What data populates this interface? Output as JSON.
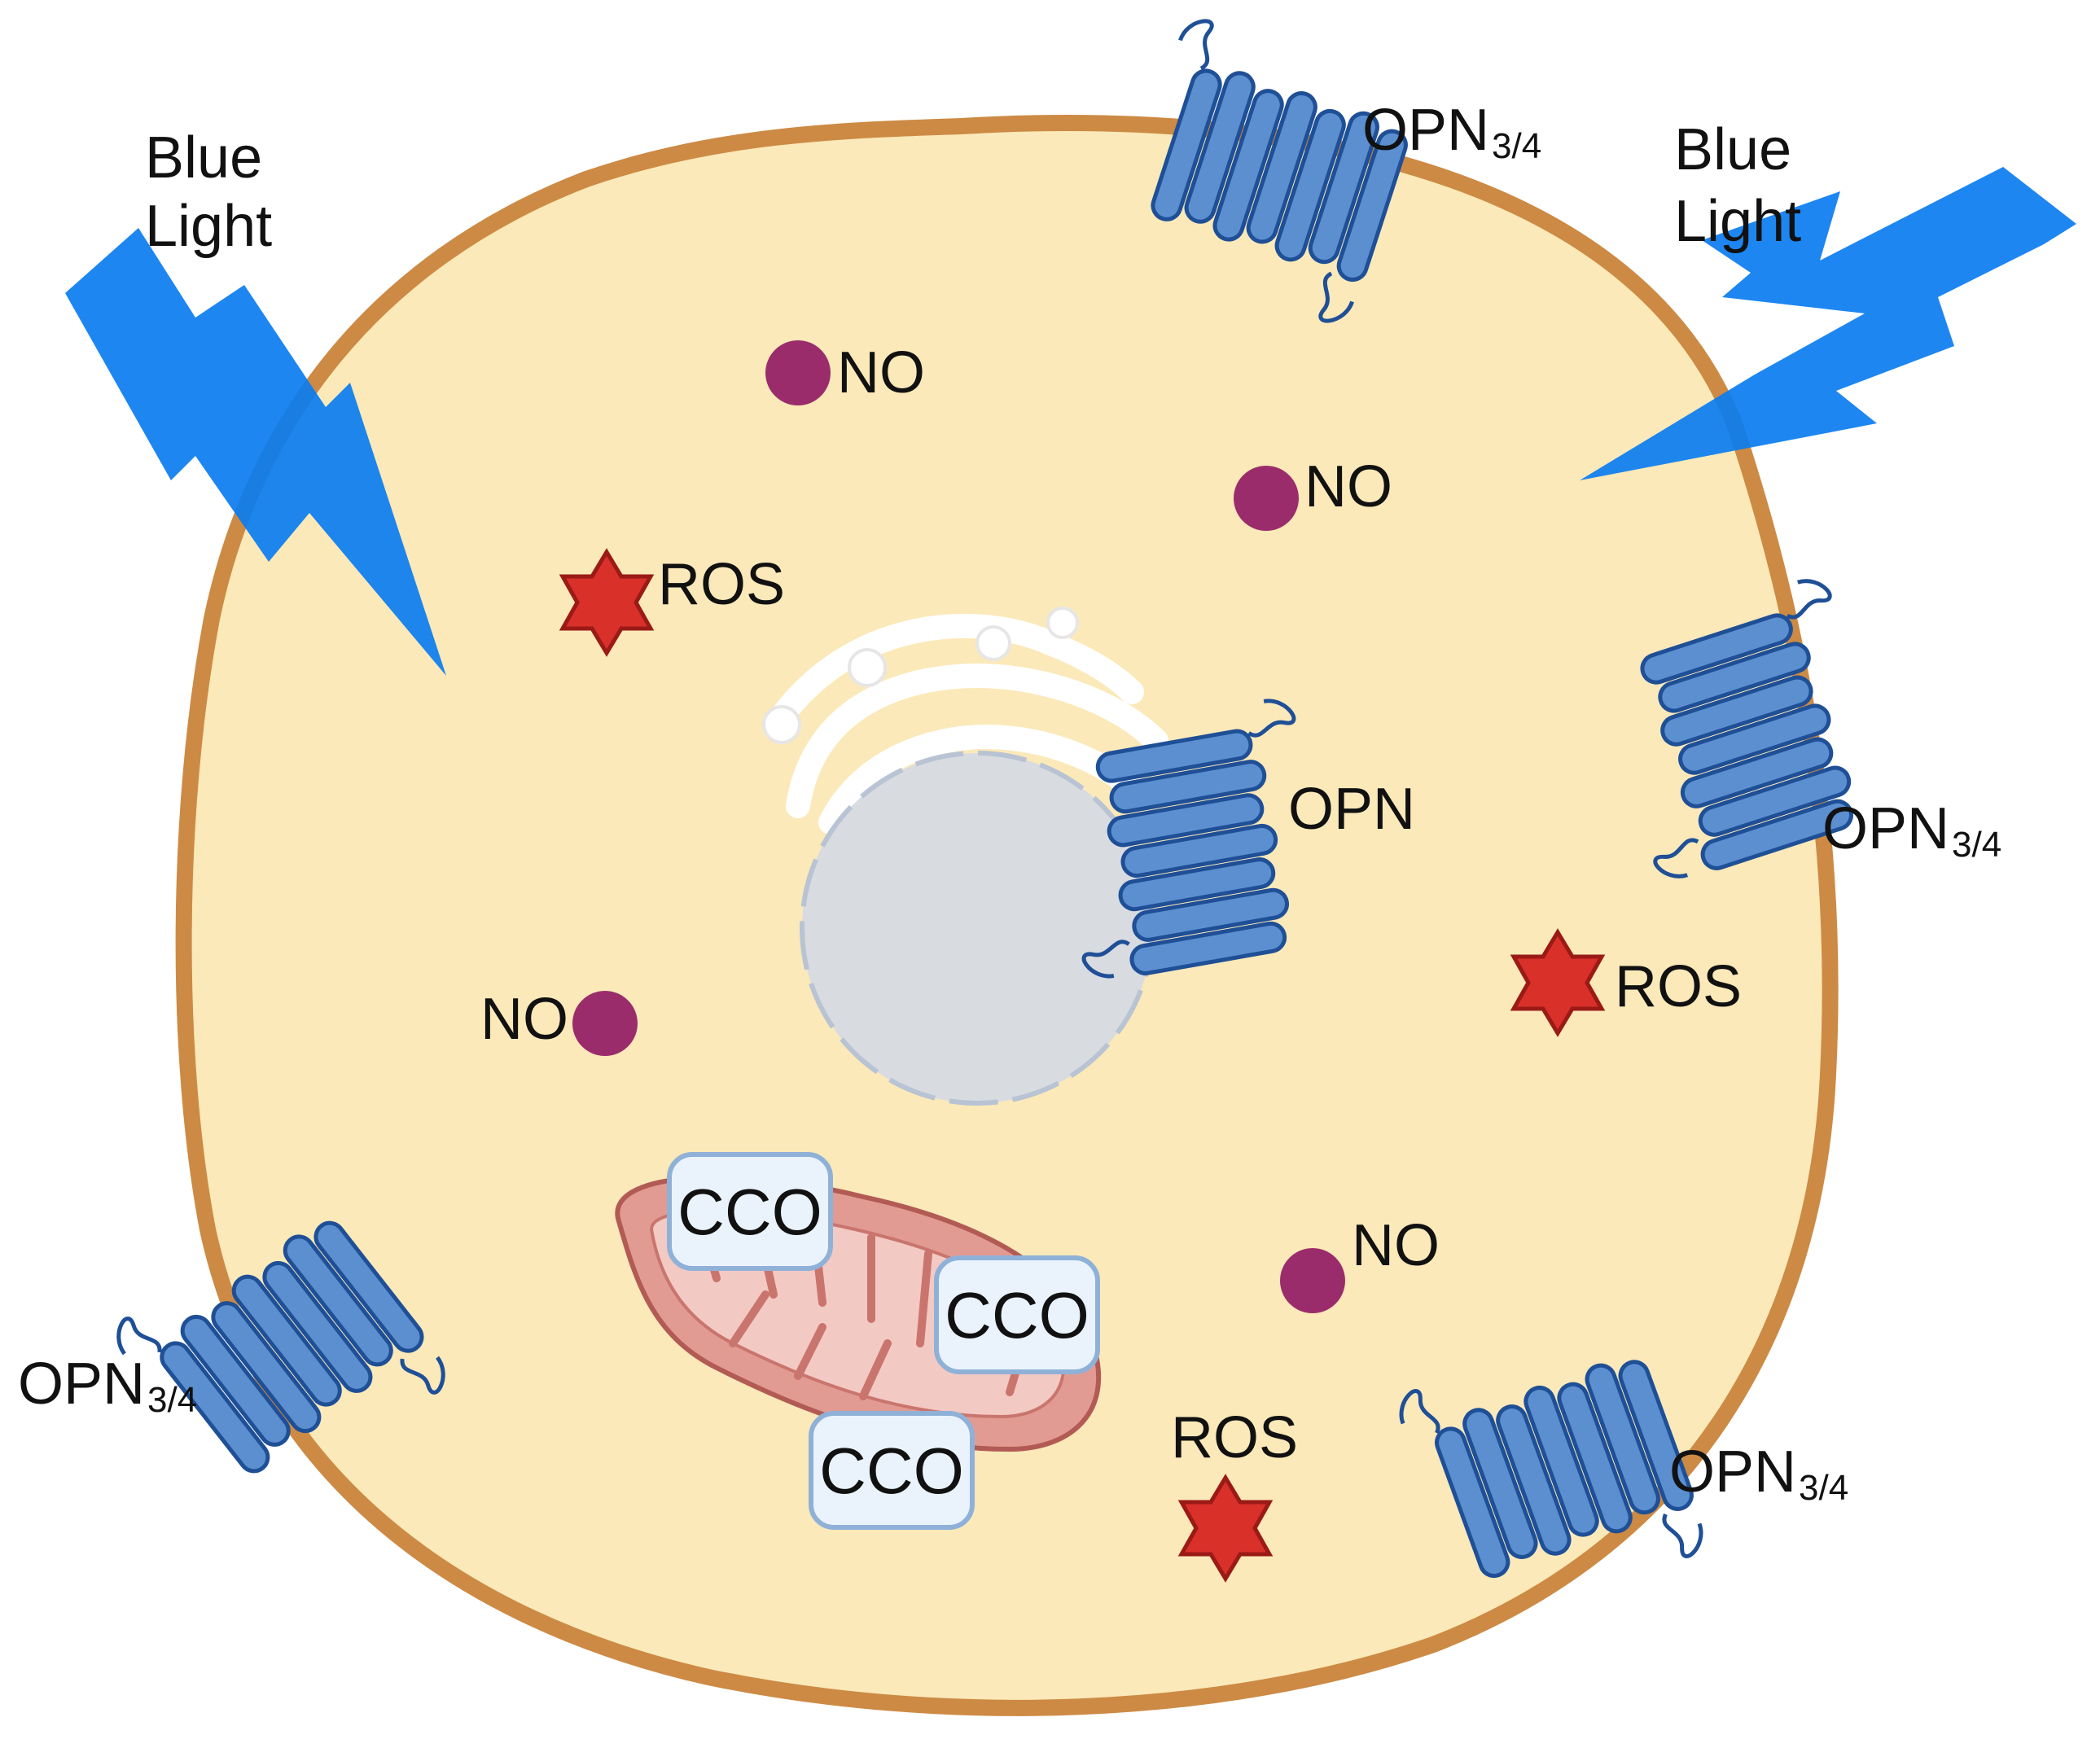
{
  "labels": {
    "blue_light": [
      "Blue",
      "Light"
    ],
    "opn": "OPN",
    "opn_sub": "3/4",
    "no": "NO",
    "ros": "ROS",
    "cco": "CCO"
  },
  "colors": {
    "cytoplasm": "#fbe9b9",
    "membrane": "#cd8a44",
    "lightning": "#0a7cf0",
    "receptor": "#5b8fd0",
    "receptor_outline": "#1f4f96",
    "no_dot": "#9b2c6b",
    "ros_star": "#d9302a",
    "nucleus": "#d8dbe0",
    "mito_outer": "#e29b92",
    "cco_fill": "#eaf3fb",
    "cco_border": "#8fb1d8"
  },
  "icons": [
    "lightning-icon",
    "opsin-receptor-icon",
    "nitric-oxide-icon",
    "ros-star-icon",
    "mitochondrion-icon",
    "golgi-icon",
    "nucleus-icon"
  ]
}
